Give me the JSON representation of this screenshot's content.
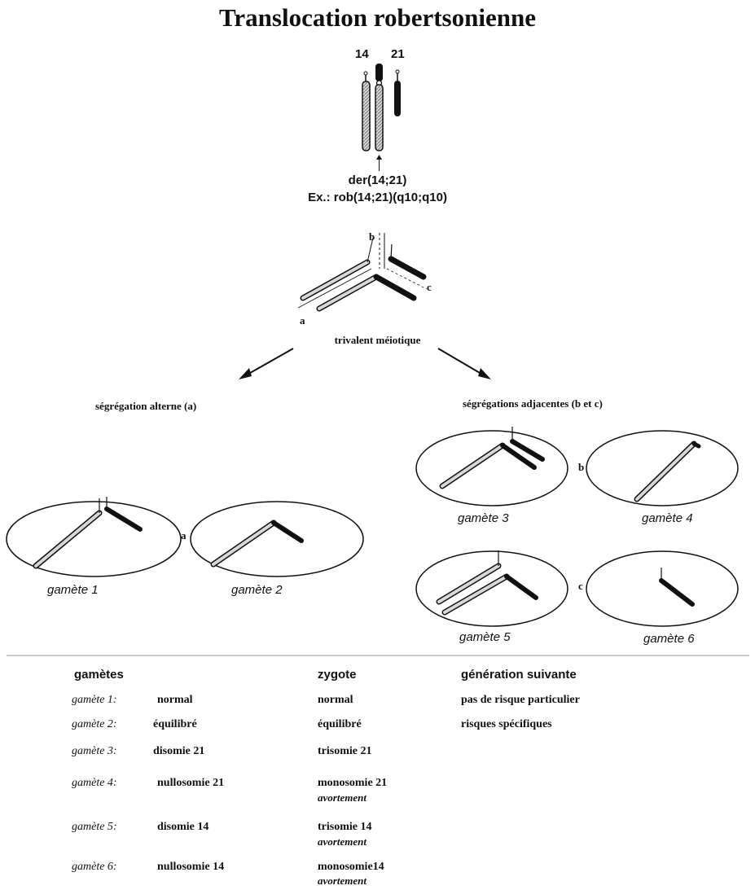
{
  "title": "Translocation robertsonienne",
  "chromosome_labels": {
    "chr14": "14",
    "chr21": "21"
  },
  "derivative": {
    "name": "der(14;21)",
    "example": "Ex.: rob(14;21)(q10;q10)"
  },
  "trivalent": {
    "label": "trivalent méiotique",
    "arm_a": "a",
    "arm_b": "b",
    "arm_c": "c"
  },
  "segregation": {
    "alternate": "ségrégation alterne (a)",
    "adjacent": "ségrégations adjacentes (b et c)",
    "letter_a": "a",
    "letter_b": "b",
    "letter_c": "c"
  },
  "gametes_labels": [
    "gamète 1",
    "gamète 2",
    "gamète 3",
    "gamète 4",
    "gamète 5",
    "gamète 6"
  ],
  "table": {
    "headers": {
      "gametes": "gamètes",
      "zygote": "zygote",
      "next": "génération suivante"
    },
    "rows": [
      {
        "gamete": "gamète 1:",
        "type": "normal",
        "zygote": "normal",
        "abortion": "",
        "next": "pas de risque particulier"
      },
      {
        "gamete": "gamète 2:",
        "type": "équilibré",
        "zygote": "équilibré",
        "abortion": "",
        "next": "risques  spécifiques"
      },
      {
        "gamete": "gamète 3:",
        "type": "disomie 21",
        "zygote": "trisomie 21",
        "abortion": "",
        "next": ""
      },
      {
        "gamete": "gamète 4:",
        "type": "nullosomie 21",
        "zygote": "monosomie 21",
        "abortion": "avortement",
        "next": ""
      },
      {
        "gamete": "gamète 5:",
        "type": "disomie 14",
        "zygote": "trisomie 14",
        "abortion": "avortement",
        "next": ""
      },
      {
        "gamete": "gamète 6:",
        "type": "nullosomie 14",
        "zygote": "monosomie14",
        "abortion": "avortement",
        "next": ""
      }
    ]
  }
}
